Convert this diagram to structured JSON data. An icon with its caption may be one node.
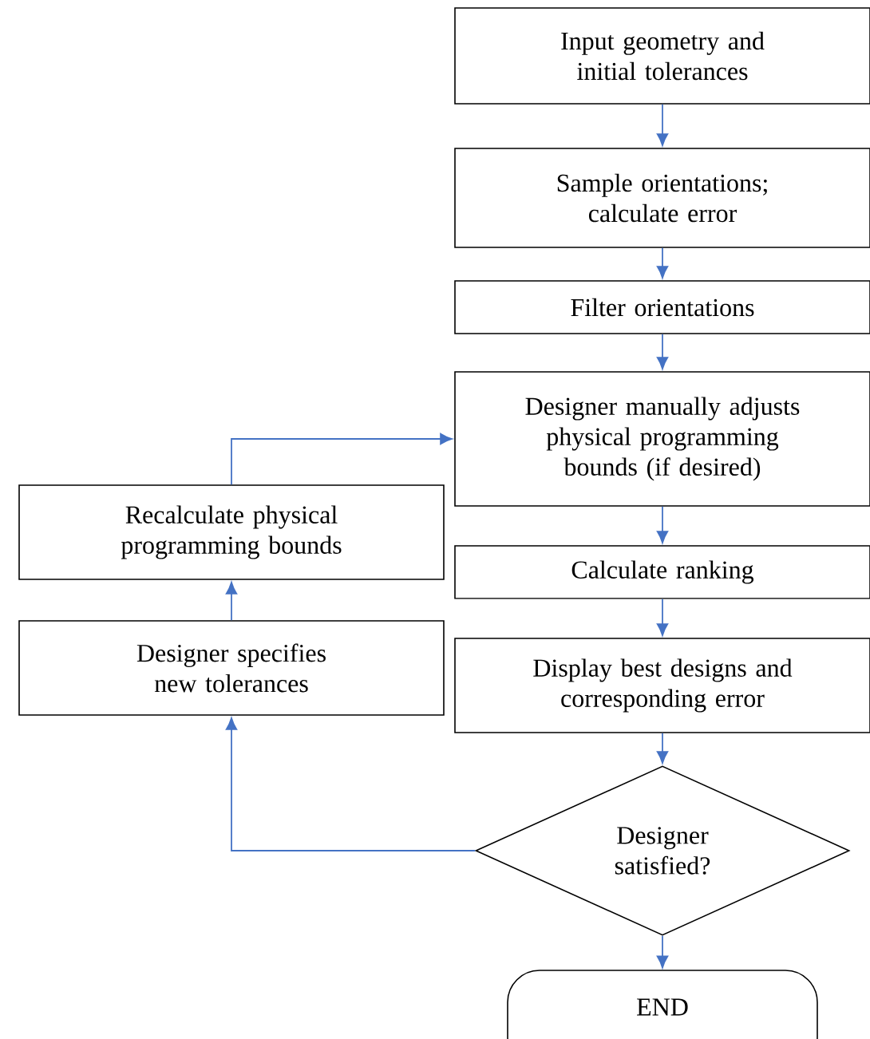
{
  "diagram": {
    "nodes": [
      {
        "text": [
          "Input geometry and initial tolerances"
        ]
      },
      {
        "text": [
          "Sample orientations; calculate error"
        ]
      },
      {
        "text": [
          "Filter orientations"
        ]
      },
      {
        "text": [
          "Designer manually adjusts physical programming bounds (if desired)"
        ]
      },
      {
        "text": [
          "Calculate ranking"
        ]
      },
      {
        "text": [
          "Display best designs and corresponding error"
        ]
      },
      {
        "text": [
          "Designer satisfied?"
        ]
      },
      {
        "text": [
          "END"
        ]
      },
      {
        "text": [
          "Recalculate physical programming  bounds"
        ]
      },
      {
        "text": [
          "Designer specifies new tolerances"
        ]
      }
    ],
    "edges": [
      {
        "from": 0,
        "to": 1,
        "arrow": "to"
      },
      {
        "from": 1,
        "to": 2,
        "arrow": "to"
      },
      {
        "from": 2,
        "to": 3,
        "arrow": "to"
      },
      {
        "from": 3,
        "to": 4,
        "arrow": "to"
      },
      {
        "from": 4,
        "to": 5,
        "arrow": "to"
      },
      {
        "from": 5,
        "to": 6,
        "arrow": "to"
      },
      {
        "from": 6,
        "to": 7,
        "arrow": "to"
      },
      {
        "from": 6,
        "to": 9,
        "arrow": "to"
      },
      {
        "from": 9,
        "to": 8,
        "arrow": "to"
      },
      {
        "from": 8,
        "to": 3,
        "arrow": "to"
      }
    ]
  }
}
